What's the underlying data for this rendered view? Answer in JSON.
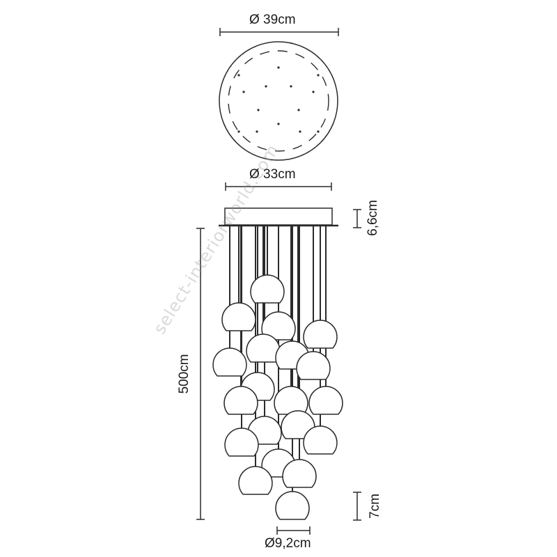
{
  "dimensions": {
    "canopy_diameter": "Ø 39cm",
    "plate_diameter": "Ø 33cm",
    "canopy_height": "6,6cm",
    "total_height": "500cm",
    "shade_height": "7cm",
    "shade_diameter": "Ø9,2cm"
  },
  "watermark": "select-interiorworld.com",
  "colors": {
    "line": "#2a2a2a",
    "fill": "#ffffff"
  }
}
